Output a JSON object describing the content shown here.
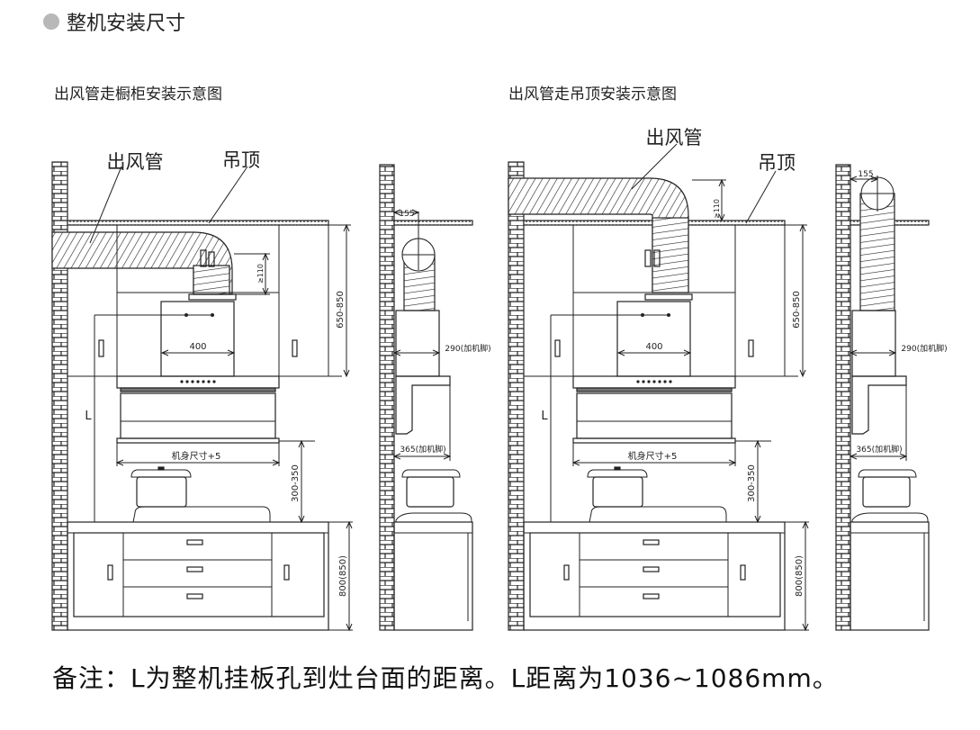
{
  "section": {
    "title": "整机安装尺寸",
    "bullet_color": "#b8b8b8"
  },
  "panels": [
    {
      "subtitle": "出风管走橱柜安装示意图",
      "variant": "cabinet",
      "labels": {
        "duct": "出风管",
        "ceiling": "吊顶",
        "dim_height": "650-850",
        "dim_width": "400",
        "dim_gap": "≥110",
        "dim_L": "L",
        "dim_body": "机身尺寸+5",
        "dim_stove": "300-350",
        "dim_counter": "800(850)",
        "side_155": "155",
        "side_290": "290(加机脚)",
        "side_365": "365(加机脚)"
      }
    },
    {
      "subtitle": "出风管走吊顶安装示意图",
      "variant": "ceiling",
      "labels": {
        "duct": "出风管",
        "ceiling": "吊顶",
        "dim_height": "650-850",
        "dim_width": "400",
        "dim_gap": "≥110",
        "dim_L": "L",
        "dim_body": "机身尺寸+5",
        "dim_stove": "300-350",
        "dim_counter": "800(850)",
        "side_155": "155",
        "side_290": "290(加机脚)",
        "side_365": "365(加机脚)"
      }
    }
  ],
  "note": "备注：L为整机挂板孔到灶台面的距离。L距离为1036~1086mm。"
}
